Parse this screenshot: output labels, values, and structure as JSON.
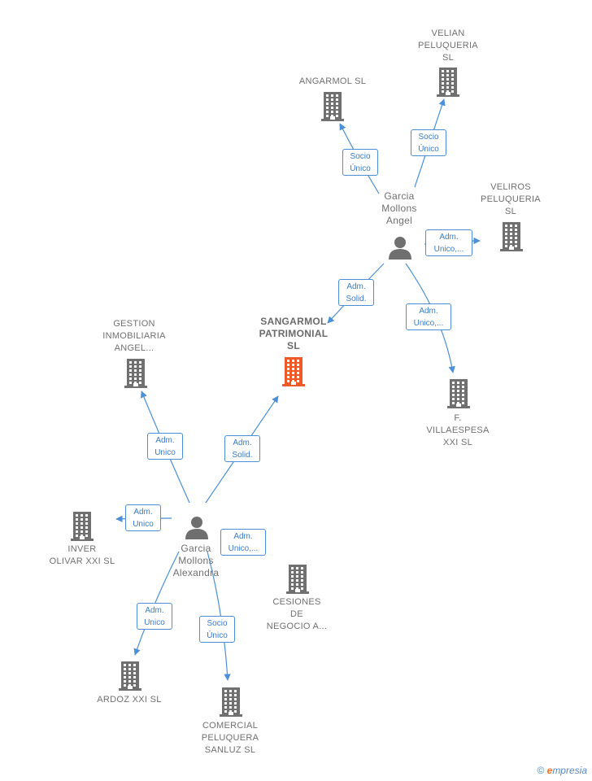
{
  "companies": [
    {
      "id": "angarmol",
      "label": "ANGARMOL  SL"
    },
    {
      "id": "velian",
      "label": "VELIAN\nPELUQUERIA\nSL"
    },
    {
      "id": "veliros",
      "label": "VELIROS\nPELUQUERIA\nSL"
    },
    {
      "id": "sangarmol",
      "label": "SANGARMOL\nPATRIMONIAL\nSL",
      "highlight": true
    },
    {
      "id": "gestion",
      "label": "GESTION\nINMOBILIARIA\nANGEL..."
    },
    {
      "id": "villaespesa",
      "label": "F.\nVILLAESPESA\nXXI  SL"
    },
    {
      "id": "inver",
      "label": "INVER\nOLIVAR XXI  SL"
    },
    {
      "id": "cesiones",
      "label": "CESIONES\nDE\nNEGOCIO A..."
    },
    {
      "id": "ardoz",
      "label": "ARDOZ XXI SL"
    },
    {
      "id": "comercial",
      "label": "COMERCIAL\nPELUQUERA\nSANLUZ SL"
    }
  ],
  "persons": [
    {
      "id": "angel",
      "label": "Garcia\nMollons\nAngel"
    },
    {
      "id": "alexandra",
      "label": "Garcia\nMollons\nAlexandra"
    }
  ],
  "edges": [
    {
      "id": "e1",
      "label": "Socio\nÚnico"
    },
    {
      "id": "e2",
      "label": "Socio\nÚnico"
    },
    {
      "id": "e3",
      "label": "Adm.\nUnico,..."
    },
    {
      "id": "e4",
      "label": "Adm.\nSolid."
    },
    {
      "id": "e5",
      "label": "Adm.\nUnico,..."
    },
    {
      "id": "e6",
      "label": "Adm.\nUnico"
    },
    {
      "id": "e7",
      "label": "Adm.\nSolid."
    },
    {
      "id": "e8",
      "label": "Adm.\nUnico"
    },
    {
      "id": "e9",
      "label": "Adm.\nUnico,..."
    },
    {
      "id": "e10",
      "label": "Adm.\nUnico"
    },
    {
      "id": "e11",
      "label": "Socio\nÚnico"
    }
  ],
  "colors": {
    "company": "#707070",
    "highlight": "#f05a28",
    "edge": "#4a8fd8",
    "person": "#6f6f6f"
  },
  "footer": {
    "copyright": "©",
    "brand_initial": "e",
    "brand_rest": "mpresia"
  }
}
